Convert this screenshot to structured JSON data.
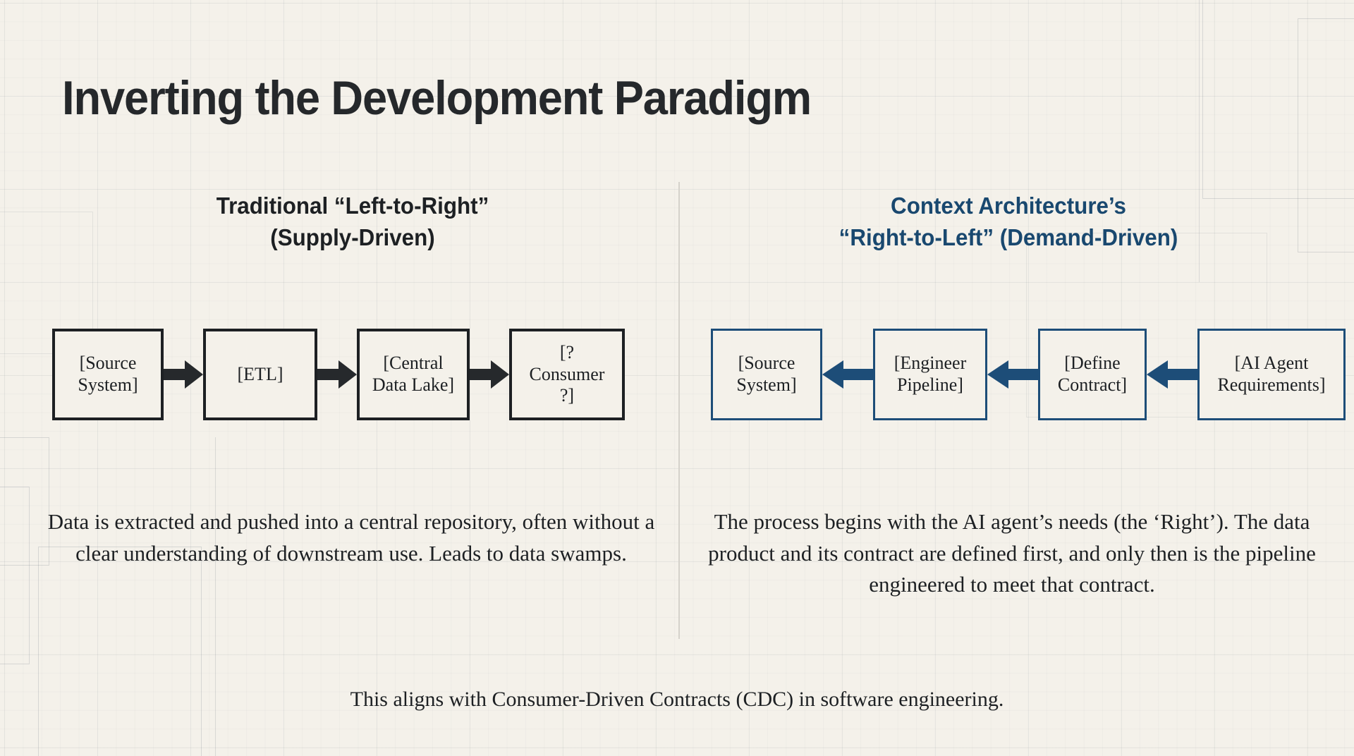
{
  "slide": {
    "title": "Inverting the Development Paradigm",
    "background_color": "#f4f1ea",
    "accent_color": "#19486f",
    "ink_color": "#1d2023"
  },
  "columns": {
    "left": {
      "heading_line1": "Traditional “Left-to-Right”",
      "heading_line2": "(Supply-Driven)",
      "nodes": [
        {
          "line1": "[Source",
          "line2": "System]"
        },
        {
          "line1": "[ETL]",
          "line2": ""
        },
        {
          "line1": "[Central",
          "line2": "Data Lake]"
        },
        {
          "line1": "[?",
          "line2": "Consumer",
          "line3": "?]"
        }
      ],
      "arrow_direction": "right",
      "arrow_color": "#26292c",
      "description": "Data is extracted and pushed into a central repository, often without a clear understanding of downstream use. Leads to data swamps."
    },
    "right": {
      "heading_line1": "Context Architecture’s",
      "heading_line2": "“Right-to-Left” (Demand-Driven)",
      "nodes": [
        {
          "line1": "[Source",
          "line2": "System]"
        },
        {
          "line1": "[Engineer",
          "line2": "Pipeline]"
        },
        {
          "line1": "[Define",
          "line2": "Contract]"
        },
        {
          "line1": "[AI Agent",
          "line2": "Requirements]"
        }
      ],
      "arrow_direction": "left",
      "arrow_color": "#1d4d78",
      "description": "The process begins with the AI agent’s needs (the ‘Right’). The data product and its contract are defined first, and only then is the pipeline engineered to meet that contract."
    }
  },
  "footer": "This aligns with Consumer-Driven Contracts (CDC) in software engineering."
}
